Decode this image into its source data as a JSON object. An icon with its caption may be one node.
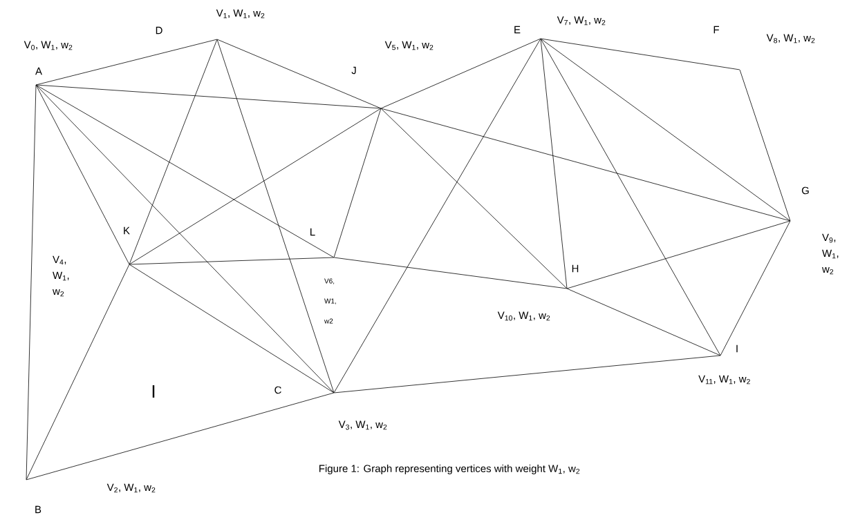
{
  "diagram": {
    "caption": "Figure 1: Graph representing vertices with weight W$_{1}$, w$_{2}$",
    "nodes": [
      {
        "text": [
          "V$_{0}$, W$_{1}$, w$_{2}$",
          "A"
        ]
      },
      {
        "text": [
          "V$_{1}$, W$_{1}$, w$_{2}$",
          "D"
        ]
      },
      {
        "text": [
          "V$_{2}$, W$_{1}$, w$_{2}$",
          "B"
        ]
      },
      {
        "text": [
          "C",
          "V$_{3}$, W$_{1}$, w$_{2}$"
        ]
      },
      {
        "text": [
          "K",
          "V$_{4}$, W$_{1}$, w$_{2}$"
        ]
      },
      {
        "text": [
          "V$_{5}$, W$_{1}$, w$_{2}$",
          "J"
        ]
      },
      {
        "text": [
          "L",
          "V6, W1, w2"
        ]
      },
      {
        "text": [
          "V$_{7}$, W$_{1}$, w$_{2}$",
          "E"
        ]
      },
      {
        "text": [
          "F",
          "V$_{8}$, W$_{1}$, w$_{2}$"
        ]
      },
      {
        "text": [
          "G",
          "V$_{9}$, W$_{1}$, w$_{2}$"
        ]
      },
      {
        "text": [
          "H",
          "V$_{10}$, W$_{1}$, w$_{2}$"
        ]
      },
      {
        "text": [
          "I",
          "V$_{11}$, W$_{1}$, w$_{2}$"
        ]
      }
    ],
    "edges": [
      {
        "from": 0,
        "to": 1,
        "arrow": "none"
      },
      {
        "from": 0,
        "to": 5,
        "arrow": "none"
      },
      {
        "from": 0,
        "to": 2,
        "arrow": "none"
      },
      {
        "from": 0,
        "to": 4,
        "arrow": "none"
      },
      {
        "from": 0,
        "to": 3,
        "arrow": "none"
      },
      {
        "from": 0,
        "to": 6,
        "arrow": "none"
      },
      {
        "from": 1,
        "to": 5,
        "arrow": "none"
      },
      {
        "from": 1,
        "to": 4,
        "arrow": "none"
      },
      {
        "from": 1,
        "to": 3,
        "arrow": "none"
      },
      {
        "from": 5,
        "to": 4,
        "arrow": "none"
      },
      {
        "from": 5,
        "to": 6,
        "arrow": "none"
      },
      {
        "from": 5,
        "to": 7,
        "arrow": "none"
      },
      {
        "from": 5,
        "to": 9,
        "arrow": "none"
      },
      {
        "from": 5,
        "to": 10,
        "arrow": "none"
      },
      {
        "from": 7,
        "to": 8,
        "arrow": "none"
      },
      {
        "from": 7,
        "to": 3,
        "arrow": "none"
      },
      {
        "from": 7,
        "to": 10,
        "arrow": "none"
      },
      {
        "from": 7,
        "to": 11,
        "arrow": "none"
      },
      {
        "from": 7,
        "to": 9,
        "arrow": "none"
      },
      {
        "from": 4,
        "to": 6,
        "arrow": "none"
      },
      {
        "from": 4,
        "to": 3,
        "arrow": "none"
      },
      {
        "from": 4,
        "to": 2,
        "arrow": "none"
      },
      {
        "from": 6,
        "to": 10,
        "arrow": "none"
      },
      {
        "from": 3,
        "to": 2,
        "arrow": "none"
      },
      {
        "from": 3,
        "to": 11,
        "arrow": "none"
      },
      {
        "from": 10,
        "to": 9,
        "arrow": "none"
      },
      {
        "from": 10,
        "to": 11,
        "arrow": "none"
      },
      {
        "from": 9,
        "to": 8,
        "arrow": "none"
      },
      {
        "from": 9,
        "to": 11,
        "arrow": "none"
      }
    ],
    "labels": [
      "I"
    ]
  }
}
